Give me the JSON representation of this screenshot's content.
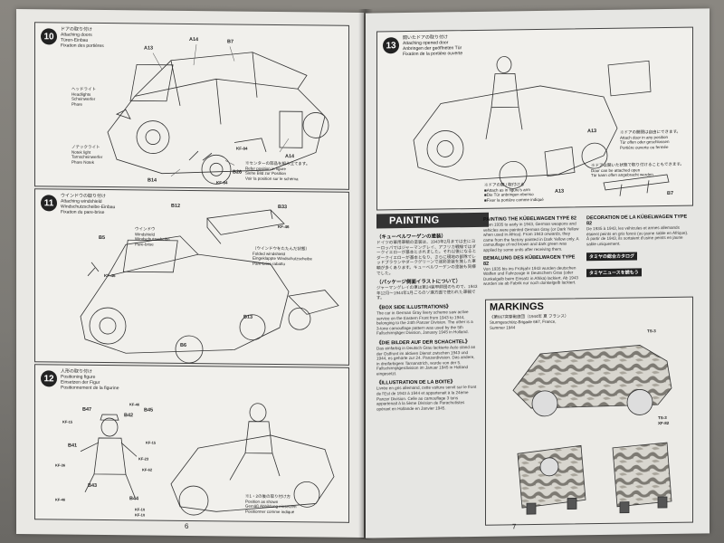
{
  "left_page": {
    "page_number": "6",
    "step10": {
      "number": "10",
      "title": "ドアの取り付け\nAttaching doors\nTüren-Einbau\nFixation des portières",
      "callouts": [
        "A13",
        "A14",
        "B7",
        "A14",
        "B26",
        "B14"
      ],
      "headlight_label": "ヘッドライト\nHeadlights\nScheinwerfer\nPhare",
      "notek_label": "ノテックライト\nNotek light\nTarnscheinwerfer\nPhare Notek",
      "parts_small": [
        "KF-84",
        "KF-84"
      ],
      "note": "※センターの部品を組み立てます。\nRefer position in figure\nSiehe Bild zur Position\nVoir la position sur le schéma"
    },
    "step11": {
      "number": "11",
      "title": "ウインドウの取り付け\nAttaching windshield\nWindschutzscheibe-Einbau\nFixation du pare-brise",
      "callouts": [
        "B12",
        "B33",
        "B5",
        "B13",
        "B6"
      ],
      "window_label": "ウインドウ\nWindshield\nWindschutzscheibe\nPare-brise",
      "folded_label": "（ウインドウをたたんだ状態）\nFolded windshield\nEingeklappte Windschutzscheibe\nPare-brise rabattu",
      "parts_small": [
        "KF-46",
        "KF-46"
      ]
    },
    "step12": {
      "number": "12",
      "title": "人形の取り付け\nPositioning figure\nEinsetzen der Figur\nPositionnement de la figurine",
      "callouts": [
        "B47",
        "B42",
        "B45",
        "B41",
        "B43",
        "B44"
      ],
      "parts_small": [
        "KF-46",
        "KF-15",
        "KF-15",
        "KF-23",
        "KF-62",
        "KF-36",
        "KF-46",
        "KF-10",
        "KF-10"
      ],
      "note": "※1・2の後の取り付け方\nPosition as shown\nGemäß Abbildung einsetzen\nPositionner comme indiqué"
    }
  },
  "right_page": {
    "page_number": "7",
    "step13": {
      "number": "13",
      "title": "開いたドアの取り付け\nAttaching opened door\nAnbringen der geöffneten Tür\nFixation de la portière ouverte",
      "callouts": [
        "A13",
        "A13",
        "B7"
      ],
      "note_left": "※ドアの開 / 取付ける\n■Attach as in figure's arm\n■Die Tür anbringen ebenso\n■Fixer la portière comme indiqué",
      "note_right": "※ドアの開閉は自由にできます。\nAttach door in any position\nTür offen oder geschlossen\nPortière ouverte ou fermée",
      "note_bottom": "※ドアは開いた状態で取り付けることもできます。\nDoor can be attached open\nTür kann offen angebracht werden"
    },
    "painting": {
      "bar_label": "PAINTING",
      "jp_heading": "（キューベルワーゲンの塗装）",
      "jp_body": "ドイツの軍用車輌の塗装は、1943年2月までは主にヨーロッパではジャーマングレイ、アフリカ戦線ではダークイエローが基本とされました。それ以後になるとダークイエローが基本となり、さらに現地の部隊でレッドブラウンやダークグリーンで迷彩塗装を施した車輌が多くあります。キューベルワーゲンの塗装も同様でした。",
      "jp_heading2": "（パッケージ側面イラストについて）",
      "jp_body2": "ジャーマングレイの車は第24装甲師団のもので、1943年12月〜1944年1月ごろのソ連方面で使われた車輌です。",
      "en_heading": "PAINTING THE KÜBELWAGEN TYPE 82",
      "en_body": "From 1935 to early in 1943, German weapons and vehicles were painted German Gray (or Dark Yellow when used in Africa). From 1943 onwards, they came from the factory painted in Dark Yellow only. A camouflage of red brown and dark green was applied by some units after receiving them.",
      "de_heading": "BEMALUNG DES KÜBELWAGEN TYPE 82",
      "de_body": "Von 1935 bis ins Frühjahr 1943 wurden deutschen Waffen und Fahrzeuge in Deutschem Grau (oder Dunkelgelb beim Einsatz in Afrika) lackiert. Ab 1943 wurden sie ab Fabrik nur noch dunkelgelb lackiert.",
      "fr_heading": "DECORATION DE LA KÜBELWAGEN TYPE 82",
      "fr_body": "De 1935 à 1943, les véhicules et armes allemands étaient peints en gris foncé (ou jaune sable en Afrique). À partir de 1943, ils sortaient d'usine peints en jaune sable uniquement.",
      "box_en_heading": "《BOX SIDE ILLUSTRATIONS》",
      "box_en_body": "The car in German Gray livery scheme saw active service on the Eastern Front from 1943 to 1944, belonging to the 24th Panzer Division. The other is a 3-tone camouflage pattern was used by the 5th Fallschirmjäger Division, January 1945 in Holland.",
      "box_de_heading": "《DIE BILDER AUF DER SCHACHTEL》",
      "box_de_body": "Das einfarbig in Deutsch Grau lackierte Auto stand an der Ostfront im aktiven Dienst zwischen 1943 und 1944, es gehörte zur 24. Panzerdivision. Das andere, in dreifarbigem Tarnanstrich, wurde von der 5. Fallschirmjägerdivision im Januar 1945 in Holland eingesetzt.",
      "box_fr_heading": "《ILLUSTRATION DE LA BOITE》",
      "box_fr_body": "Livrée en gris allemand, cette voiture servit sur le front de l'Est de 1943 à 1944 et appartenait à la 24ème Panzer Division. Celle au camouflage 3 tons appartenait à la 5ème Division de Parachutistes opérant en Hollande en Janvier 1945.",
      "logo1": "タミヤの総合カタログ",
      "logo2": "タミヤニュースを読もう"
    },
    "markings": {
      "title": "MARKINGS",
      "subtitle": "《第667突撃砲旅団（1944年 夏 フランス）",
      "unit": "Sturmgeschütz-Brigade 667, France,",
      "date": "Summer 1944",
      "codes": [
        "TS-3",
        "TS-3",
        "XF-82"
      ]
    }
  }
}
